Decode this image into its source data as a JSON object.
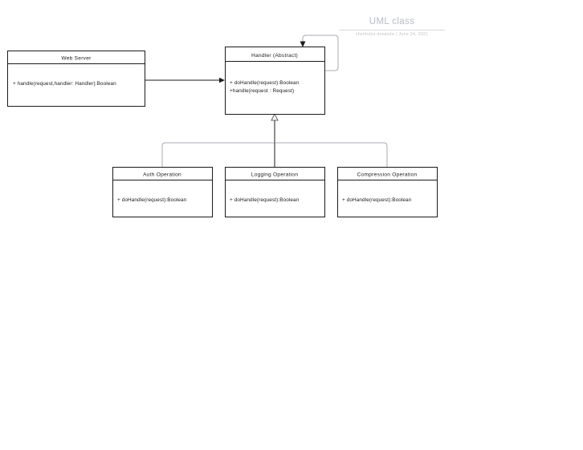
{
  "header": {
    "title": "UML class",
    "author": "chinthaka dewinda",
    "separator": "|",
    "date": "June 24, 2021"
  },
  "diagram": {
    "type": "uml-class-diagram",
    "classes": [
      {
        "id": "web-server",
        "name": "Web Server",
        "members": [
          "+ handle(request,handler: Handler):Boolean"
        ]
      },
      {
        "id": "handler",
        "name": "Handler (Abstract)",
        "members": [
          "+ doHandle(request):Boolean",
          "+handle(request : Request)"
        ]
      },
      {
        "id": "auth-operation",
        "name": "Auth Operation",
        "members": [
          "+ doHandle(request):Boolean"
        ]
      },
      {
        "id": "logging-operation",
        "name": "Logging Operation",
        "members": [
          "+ doHandle(request):Boolean"
        ]
      },
      {
        "id": "compression-operation",
        "name": "Compression Operation",
        "members": [
          "+ doHandle(request):Boolean"
        ]
      }
    ],
    "relationships": [
      {
        "id": "webserver-to-handler",
        "from": "web-server",
        "to": "handler",
        "kind": "association-arrow"
      },
      {
        "id": "handler-self-loop",
        "from": "handler",
        "to": "handler",
        "kind": "self-association-arrow"
      },
      {
        "id": "auth-inherits-handler",
        "from": "auth-operation",
        "to": "handler",
        "kind": "generalization"
      },
      {
        "id": "logging-inherits-handler",
        "from": "logging-operation",
        "to": "handler",
        "kind": "generalization"
      },
      {
        "id": "compression-inherits-handler",
        "from": "compression-operation",
        "to": "handler",
        "kind": "generalization"
      }
    ]
  },
  "colors": {
    "stroke": "#1b1b1b",
    "edge_gray": "#a8abb2",
    "header_text": "#b9bcc4",
    "background": "#ffffff"
  }
}
